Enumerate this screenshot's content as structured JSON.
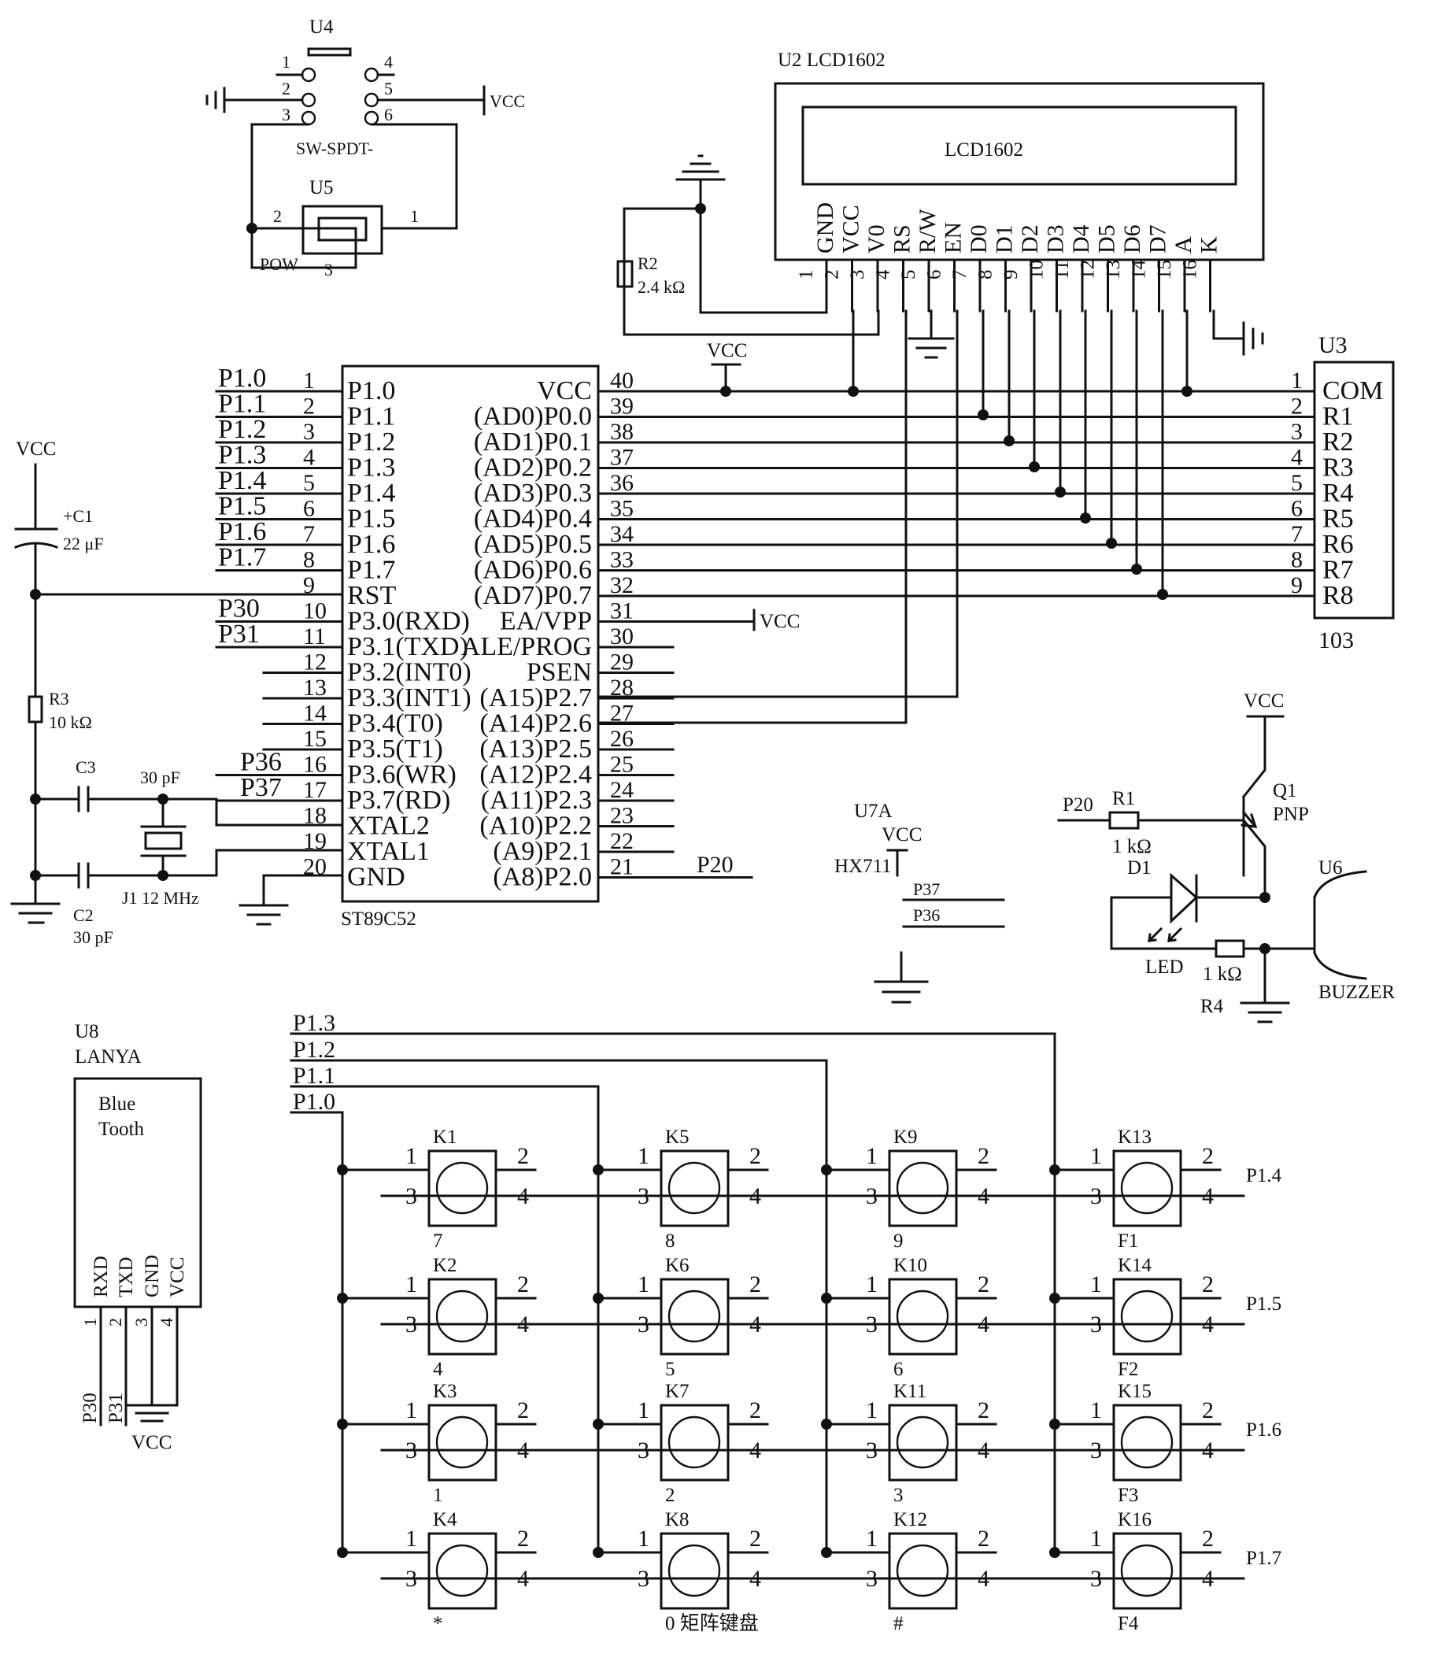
{
  "u4": {
    "ref": "U4",
    "type": "SW-SPDT-",
    "pins": [
      "1",
      "2",
      "3",
      "4",
      "5",
      "6"
    ],
    "vcc": "VCC"
  },
  "u5": {
    "ref": "U5",
    "name": "POW",
    "pins": [
      "2",
      "1",
      "3"
    ]
  },
  "u2": {
    "ref": "U2  LCD1602",
    "screen": "LCD1602",
    "pins": [
      "GND",
      "VCC",
      "V0",
      "RS",
      "R/W",
      "EN",
      "D0",
      "D1",
      "D2",
      "D3",
      "D4",
      "D5",
      "D6",
      "D7",
      "A",
      "K"
    ],
    "nums": [
      "1",
      "2",
      "3",
      "4",
      "5",
      "6",
      "7",
      "8",
      "9",
      "10",
      "11",
      "12",
      "13",
      "14",
      "15",
      "16"
    ]
  },
  "r2": {
    "ref": "R2",
    "value": "2.4 kΩ"
  },
  "vcc_top": "VCC",
  "u1": {
    "name": "ST89C52",
    "left_nets": [
      "P1.0",
      "P1.1",
      "P1.2",
      "P1.3",
      "P1.4",
      "P1.5",
      "P1.6",
      "P1.7",
      "",
      "P30",
      "P31",
      "",
      "",
      "",
      "",
      "P36",
      "P37",
      "",
      "",
      ""
    ],
    "left_nums": [
      "1",
      "2",
      "3",
      "4",
      "5",
      "6",
      "7",
      "8",
      "9",
      "10",
      "11",
      "12",
      "13",
      "14",
      "15",
      "16",
      "17",
      "18",
      "19",
      "20"
    ],
    "left_names": [
      "P1.0",
      "P1.1",
      "P1.2",
      "P1.3",
      "P1.4",
      "P1.5",
      "P1.6",
      "P1.7",
      "RST",
      "P3.0(RXD)",
      "P3.1(TXD)",
      "P3.2(INT0)",
      "P3.3(INT1)",
      "P3.4(T0)",
      "P3.5(T1)",
      "P3.6(WR)",
      "P3.7(RD)",
      "XTAL2",
      "XTAL1",
      "GND"
    ],
    "right_nums": [
      "40",
      "39",
      "38",
      "37",
      "36",
      "35",
      "34",
      "33",
      "32",
      "31",
      "30",
      "29",
      "28",
      "27",
      "26",
      "25",
      "24",
      "23",
      "22",
      "21"
    ],
    "right_names": [
      "VCC",
      "(AD0)P0.0",
      "(AD1)P0.1",
      "(AD2)P0.2",
      "(AD3)P0.3",
      "(AD4)P0.4",
      "(AD5)P0.5",
      "(AD6)P0.6",
      "(AD7)P0.7",
      "EA/VPP",
      "ALE/PROG",
      "PSEN",
      "(A15)P2.7",
      "(A14)P2.6",
      "(A13)P2.5",
      "(A12)P2.4",
      "(A11)P2.3",
      "(A10)P2.2",
      "(A9)P2.1",
      "(A8)P2.0"
    ],
    "ea_vcc": "VCC",
    "p20_net": "P20"
  },
  "u3": {
    "ref": "U3",
    "value": "103",
    "pins": [
      "COM",
      "R1",
      "R2",
      "R3",
      "R4",
      "R5",
      "R6",
      "R7",
      "R8"
    ],
    "nums": [
      "1",
      "2",
      "3",
      "4",
      "5",
      "6",
      "7",
      "8",
      "9"
    ]
  },
  "reset": {
    "vcc": "VCC",
    "c1_ref": "+C1",
    "c1_value": "22 μF",
    "r3_ref": "R3",
    "r3_value": "10 kΩ"
  },
  "crystal": {
    "c3_ref": "C3",
    "c3_value": "30 pF",
    "c2_ref": "C2",
    "c2_value": "30 pF",
    "j1": "J1 12 MHz"
  },
  "u7a": {
    "ref": "U7A",
    "vcc": "VCC",
    "name": "HX711",
    "p37": "P37",
    "p36": "P36"
  },
  "buzzer": {
    "vcc": "VCC",
    "q1_ref": "Q1",
    "q1_type": "PNP",
    "p20": "P20",
    "r1_ref": "R1",
    "r1_value": "1 kΩ",
    "d1_ref": "D1",
    "led": "LED",
    "r4_value": "1 kΩ",
    "r4_ref": "R4",
    "u6_ref": "U6",
    "u6_name": "BUZZER"
  },
  "u8": {
    "ref": "U8",
    "name": "LANYA",
    "label1": "Blue",
    "label2": "Tooth",
    "pins": [
      "RXD",
      "TXD",
      "GND",
      "VCC"
    ],
    "nums": [
      "1",
      "2",
      "3",
      "4"
    ],
    "nets": [
      "P30",
      "P31"
    ],
    "vcc": "VCC"
  },
  "keypad": {
    "row_nets": [
      "P1.3",
      "P1.2",
      "P1.1",
      "P1.0"
    ],
    "col_nets": [
      "P1.4",
      "P1.5",
      "P1.6",
      "P1.7"
    ],
    "pin_nums": [
      "1",
      "2",
      "3",
      "4"
    ],
    "refs": [
      [
        "K1",
        "K5",
        "K9",
        "K13"
      ],
      [
        "K2",
        "K6",
        "K10",
        "K14"
      ],
      [
        "K3",
        "K7",
        "K11",
        "K15"
      ],
      [
        "K4",
        "K8",
        "K12",
        "K16"
      ]
    ],
    "labels": [
      [
        "7",
        "8",
        "9",
        "F1"
      ],
      [
        "4",
        "5",
        "6",
        "F2"
      ],
      [
        "1",
        "2",
        "3",
        "F3"
      ],
      [
        "*",
        "0 矩阵键盘",
        "#",
        "F4"
      ]
    ]
  }
}
